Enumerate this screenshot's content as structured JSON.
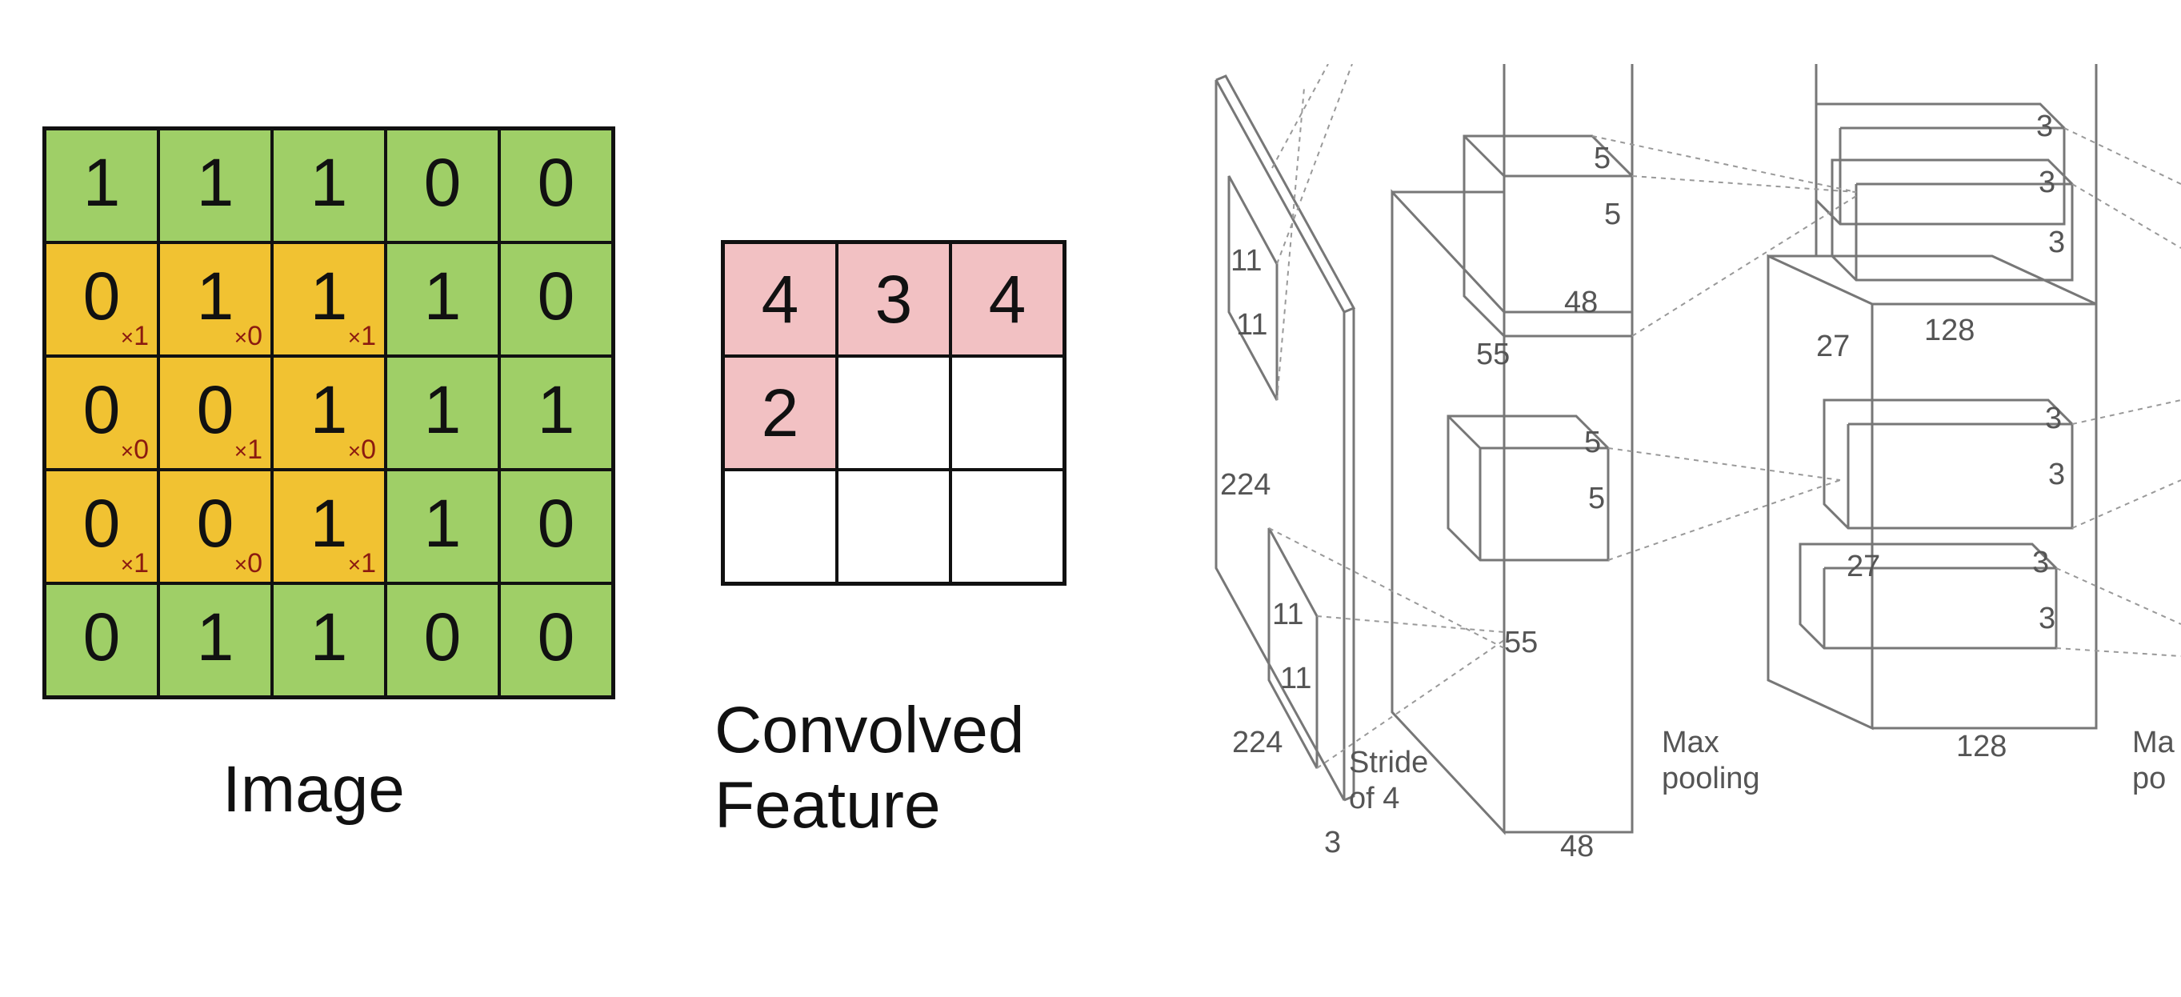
{
  "image_grid": {
    "rows": [
      [
        "1",
        "1",
        "1",
        "0",
        "0"
      ],
      [
        "0",
        "1",
        "1",
        "1",
        "0"
      ],
      [
        "0",
        "0",
        "1",
        "1",
        "1"
      ],
      [
        "0",
        "0",
        "1",
        "1",
        "0"
      ],
      [
        "0",
        "1",
        "1",
        "0",
        "0"
      ]
    ],
    "kernel_weights": [
      [
        "1",
        "0",
        "1"
      ],
      [
        "0",
        "1",
        "0"
      ],
      [
        "1",
        "0",
        "1"
      ]
    ],
    "caption": "Image",
    "colors": {
      "base": "#9fcf67",
      "window": "#f1c232",
      "weight_text": "#8b1a10"
    }
  },
  "convolved_feature": {
    "rows": [
      [
        "4",
        "3",
        "4"
      ],
      [
        "2",
        "",
        ""
      ],
      [
        "",
        "",
        ""
      ]
    ],
    "caption_line1": "Convolved",
    "caption_line2": "Feature",
    "colors": {
      "filled": "#f2c1c3",
      "empty": "#ffffff"
    }
  },
  "network": {
    "labels": {
      "l224_side": "224",
      "l224_bottom": "224",
      "l11a": "11",
      "l11b": "11",
      "l11c": "11",
      "l11d": "11",
      "stride_1": "Stride",
      "stride_2": "of 4",
      "depth3": "3",
      "l55a": "55",
      "l55b": "55",
      "l48a": "48",
      "l48b": "48",
      "l5a": "5",
      "l5b": "5",
      "l5c": "5",
      "l5d": "5",
      "max_pool_1": "Max",
      "max_pool_2": "pooling",
      "l27a": "27",
      "l27b": "27",
      "l128a": "128",
      "l128b": "128",
      "l3a": "3",
      "l3b": "3",
      "l3c": "3",
      "l3d": "3",
      "l3e": "3",
      "l3f": "3",
      "l3g": "3",
      "cut_1": "Ma",
      "cut_2": "po"
    }
  }
}
